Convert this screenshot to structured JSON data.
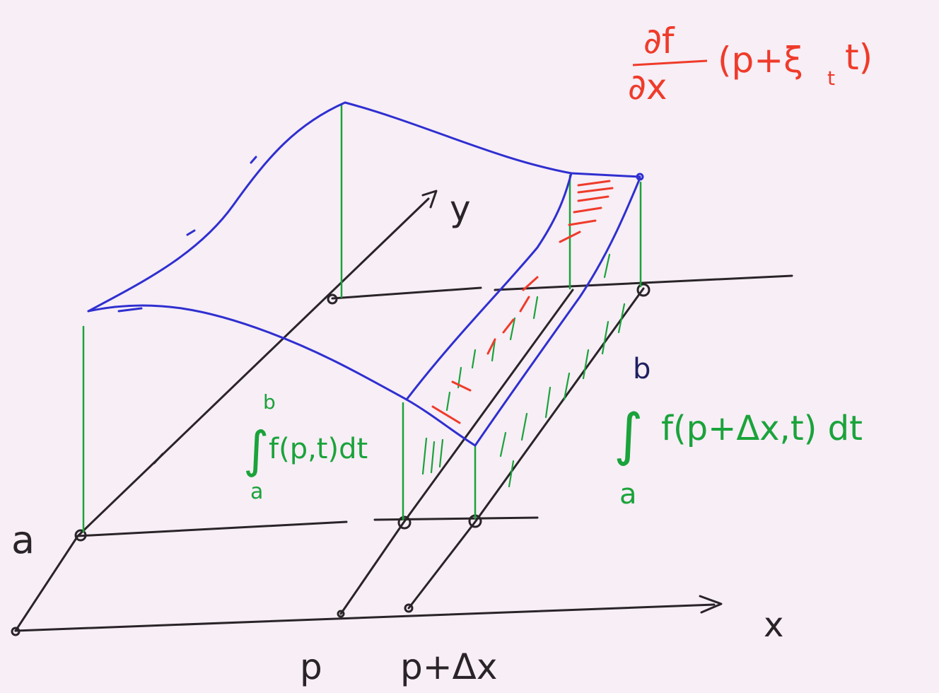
{
  "colors": {
    "background": "#f7eef6",
    "axes": "#2a2428",
    "surface": "#2f2fd0",
    "heights": "#1aa33a",
    "derivative": "#ef3b2a"
  },
  "axis_labels": {
    "x": "x",
    "y": "y",
    "a": "a",
    "b": "b",
    "p": "p",
    "p_dx": "p+Δx"
  },
  "formulas": {
    "derivative": {
      "num": "∂f",
      "den": "∂x",
      "arg": "(p+ξ",
      "sub": "t",
      "tail": "t)"
    },
    "integral_left": {
      "upper": "b",
      "lower": "a",
      "integrand": "f(p,t)dt"
    },
    "integral_right": {
      "upper": "b",
      "lower": "a",
      "integrand": "f(p+Δx,t) dt"
    }
  }
}
